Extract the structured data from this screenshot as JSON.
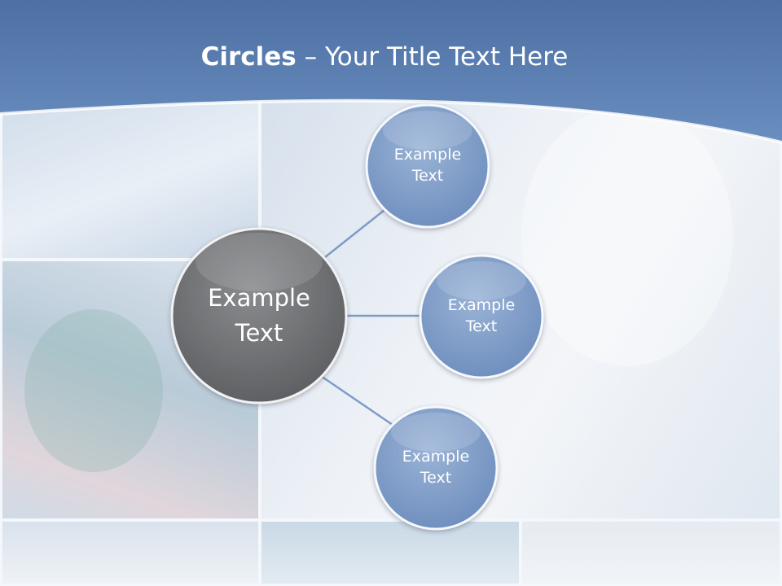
{
  "slide": {
    "title_bold": "Circles",
    "title_rest": " – Your Title Text Here"
  },
  "diagram": {
    "center": {
      "line1": "Example",
      "line2": "Text",
      "color": "#6e6f72"
    },
    "nodes": [
      {
        "line1": "Example",
        "line2": "Text"
      },
      {
        "line1": "Example",
        "line2": "Text"
      },
      {
        "line1": "Example",
        "line2": "Text"
      }
    ],
    "node_color": "#7f9cc6",
    "connector_color": "#7f9cc6"
  },
  "colors": {
    "header": "#5b7fb1",
    "background": "#e8eef6"
  }
}
